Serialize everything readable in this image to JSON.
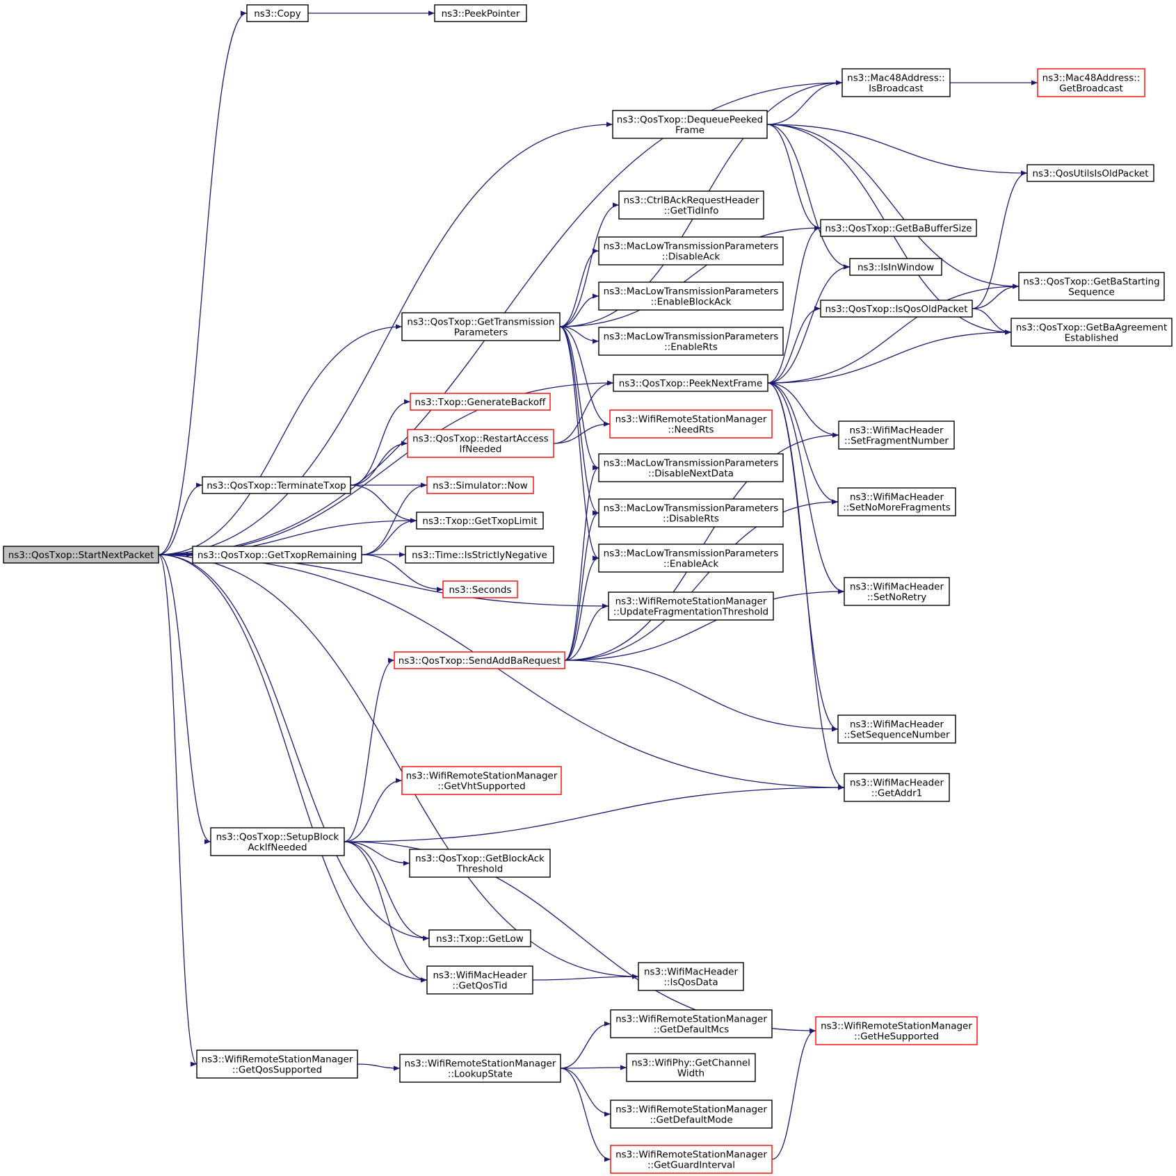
{
  "graph": {
    "colors": {
      "edge": "#191970",
      "node_border": "#000000",
      "node_border_red": "#ff0000",
      "root_fill": "#bfbfbf",
      "background": "#ffffff"
    },
    "nodes": [
      {
        "id": "start",
        "lines": [
          "ns3::QosTxop::StartNextPacket"
        ],
        "style": "root"
      },
      {
        "id": "copy",
        "lines": [
          "ns3::Copy"
        ],
        "style": "black"
      },
      {
        "id": "peekptr",
        "lines": [
          "ns3::PeekPointer"
        ],
        "style": "black"
      },
      {
        "id": "isbcast",
        "lines": [
          "ns3::Mac48Address::",
          "IsBroadcast"
        ],
        "style": "black"
      },
      {
        "id": "getbcast",
        "lines": [
          "ns3::Mac48Address::",
          "GetBroadcast"
        ],
        "style": "red"
      },
      {
        "id": "dequeue",
        "lines": [
          "ns3::QosTxop::DequeuePeeked",
          "Frame"
        ],
        "style": "black"
      },
      {
        "id": "qosold",
        "lines": [
          "ns3::QosUtilsIsOldPacket"
        ],
        "style": "black"
      },
      {
        "id": "ctrlba",
        "lines": [
          "ns3::CtrlBAckRequestHeader",
          "::GetTidInfo"
        ],
        "style": "black"
      },
      {
        "id": "babuf",
        "lines": [
          "ns3::QosTxop::GetBaBufferSize"
        ],
        "style": "black"
      },
      {
        "id": "disack",
        "lines": [
          "ns3::MacLowTransmissionParameters",
          "::DisableAck"
        ],
        "style": "black"
      },
      {
        "id": "inwin",
        "lines": [
          "ns3::IsInWindow"
        ],
        "style": "black"
      },
      {
        "id": "enba",
        "lines": [
          "ns3::MacLowTransmissionParameters",
          "::EnableBlockAck"
        ],
        "style": "black"
      },
      {
        "id": "bastart",
        "lines": [
          "ns3::QosTxop::GetBaStarting",
          "Sequence"
        ],
        "style": "black"
      },
      {
        "id": "isqosold",
        "lines": [
          "ns3::QosTxop::IsQosOldPacket"
        ],
        "style": "black"
      },
      {
        "id": "gettxparams",
        "lines": [
          "ns3::QosTxop::GetTransmission",
          "Parameters"
        ],
        "style": "black"
      },
      {
        "id": "baagree",
        "lines": [
          "ns3::QosTxop::GetBaAgreement",
          "Established"
        ],
        "style": "black"
      },
      {
        "id": "enrts",
        "lines": [
          "ns3::MacLowTransmissionParameters",
          "::EnableRts"
        ],
        "style": "black"
      },
      {
        "id": "peeknext",
        "lines": [
          "ns3::QosTxop::PeekNextFrame"
        ],
        "style": "black"
      },
      {
        "id": "genback",
        "lines": [
          "ns3::Txop::GenerateBackoff"
        ],
        "style": "red"
      },
      {
        "id": "needrts",
        "lines": [
          "ns3::WifiRemoteStationManager",
          "::NeedRts"
        ],
        "style": "red"
      },
      {
        "id": "restart",
        "lines": [
          "ns3::QosTxop::RestartAccess",
          "IfNeeded"
        ],
        "style": "red"
      },
      {
        "id": "setfrag",
        "lines": [
          "ns3::WifiMacHeader",
          "::SetFragmentNumber"
        ],
        "style": "black"
      },
      {
        "id": "disnext",
        "lines": [
          "ns3::MacLowTransmissionParameters",
          "::DisableNextData"
        ],
        "style": "black"
      },
      {
        "id": "terminate",
        "lines": [
          "ns3::QosTxop::TerminateTxop"
        ],
        "style": "black"
      },
      {
        "id": "simnow",
        "lines": [
          "ns3::Simulator::Now"
        ],
        "style": "red"
      },
      {
        "id": "setnomore",
        "lines": [
          "ns3::WifiMacHeader",
          "::SetNoMoreFragments"
        ],
        "style": "black"
      },
      {
        "id": "txoplimit",
        "lines": [
          "ns3::Txop::GetTxopLimit"
        ],
        "style": "black"
      },
      {
        "id": "disrts",
        "lines": [
          "ns3::MacLowTransmissionParameters",
          "::DisableRts"
        ],
        "style": "black"
      },
      {
        "id": "gettxoprem",
        "lines": [
          "ns3::QosTxop::GetTxopRemaining"
        ],
        "style": "black"
      },
      {
        "id": "strictneg",
        "lines": [
          "ns3::Time::IsStrictlyNegative"
        ],
        "style": "black"
      },
      {
        "id": "enack",
        "lines": [
          "ns3::MacLowTransmissionParameters",
          "::EnableAck"
        ],
        "style": "black"
      },
      {
        "id": "seconds",
        "lines": [
          "ns3::Seconds"
        ],
        "style": "red"
      },
      {
        "id": "setnoretry",
        "lines": [
          "ns3::WifiMacHeader",
          "::SetNoRetry"
        ],
        "style": "black"
      },
      {
        "id": "updfrag",
        "lines": [
          "ns3::WifiRemoteStationManager",
          "::UpdateFragmentationThreshold"
        ],
        "style": "black"
      },
      {
        "id": "sendaddba",
        "lines": [
          "ns3::QosTxop::SendAddBaRequest"
        ],
        "style": "red"
      },
      {
        "id": "setseq",
        "lines": [
          "ns3::WifiMacHeader",
          "::SetSequenceNumber"
        ],
        "style": "black"
      },
      {
        "id": "getvht",
        "lines": [
          "ns3::WifiRemoteStationManager",
          "::GetVhtSupported"
        ],
        "style": "red"
      },
      {
        "id": "getaddr1",
        "lines": [
          "ns3::WifiMacHeader",
          "::GetAddr1"
        ],
        "style": "black"
      },
      {
        "id": "setupblock",
        "lines": [
          "ns3::QosTxop::SetupBlock",
          "AckIfNeeded"
        ],
        "style": "black"
      },
      {
        "id": "getbathresh",
        "lines": [
          "ns3::QosTxop::GetBlockAck",
          "Threshold"
        ],
        "style": "black"
      },
      {
        "id": "getlow",
        "lines": [
          "ns3::Txop::GetLow"
        ],
        "style": "black"
      },
      {
        "id": "getqostid",
        "lines": [
          "ns3::WifiMacHeader",
          "::GetQosTid"
        ],
        "style": "black"
      },
      {
        "id": "isqosdata",
        "lines": [
          "ns3::WifiMacHeader",
          "::IsQosData"
        ],
        "style": "black"
      },
      {
        "id": "getdefmcs",
        "lines": [
          "ns3::WifiRemoteStationManager",
          "::GetDefaultMcs"
        ],
        "style": "black"
      },
      {
        "id": "gethe",
        "lines": [
          "ns3::WifiRemoteStationManager",
          "::GetHeSupported"
        ],
        "style": "red"
      },
      {
        "id": "getqossup",
        "lines": [
          "ns3::WifiRemoteStationManager",
          "::GetQosSupported"
        ],
        "style": "black"
      },
      {
        "id": "lookup",
        "lines": [
          "ns3::WifiRemoteStationManager",
          "::LookupState"
        ],
        "style": "black"
      },
      {
        "id": "chanwidth",
        "lines": [
          "ns3::WifiPhy::GetChannel",
          "Width"
        ],
        "style": "black"
      },
      {
        "id": "defmode",
        "lines": [
          "ns3::WifiRemoteStationManager",
          "::GetDefaultMode"
        ],
        "style": "black"
      },
      {
        "id": "guard",
        "lines": [
          "ns3::WifiRemoteStationManager",
          "::GetGuardInterval"
        ],
        "style": "red"
      }
    ],
    "edges": [
      [
        "start",
        "copy"
      ],
      [
        "copy",
        "peekptr"
      ],
      [
        "start",
        "isbcast"
      ],
      [
        "start",
        "dequeue"
      ],
      [
        "start",
        "gettxparams"
      ],
      [
        "start",
        "peeknext"
      ],
      [
        "start",
        "terminate"
      ],
      [
        "start",
        "txoplimit"
      ],
      [
        "start",
        "gettxoprem"
      ],
      [
        "start",
        "updfrag"
      ],
      [
        "start",
        "getaddr1"
      ],
      [
        "start",
        "setupblock"
      ],
      [
        "start",
        "getlow"
      ],
      [
        "start",
        "getqostid"
      ],
      [
        "start",
        "isqosdata"
      ],
      [
        "start",
        "getqossup"
      ],
      [
        "isbcast",
        "getbcast"
      ],
      [
        "dequeue",
        "isbcast"
      ],
      [
        "dequeue",
        "qosold"
      ],
      [
        "dequeue",
        "babuf"
      ],
      [
        "dequeue",
        "inwin"
      ],
      [
        "dequeue",
        "bastart"
      ],
      [
        "dequeue",
        "baagree"
      ],
      [
        "gettxparams",
        "isbcast"
      ],
      [
        "gettxparams",
        "ctrlba"
      ],
      [
        "gettxparams",
        "babuf"
      ],
      [
        "gettxparams",
        "disack"
      ],
      [
        "gettxparams",
        "enba"
      ],
      [
        "gettxparams",
        "enrts"
      ],
      [
        "gettxparams",
        "needrts"
      ],
      [
        "gettxparams",
        "disnext"
      ],
      [
        "gettxparams",
        "disrts"
      ],
      [
        "gettxparams",
        "enack"
      ],
      [
        "isqosold",
        "qosold"
      ],
      [
        "isqosold",
        "bastart"
      ],
      [
        "isqosold",
        "baagree"
      ],
      [
        "peeknext",
        "babuf"
      ],
      [
        "peeknext",
        "inwin"
      ],
      [
        "peeknext",
        "isqosold"
      ],
      [
        "peeknext",
        "bastart"
      ],
      [
        "peeknext",
        "baagree"
      ],
      [
        "peeknext",
        "setfrag"
      ],
      [
        "peeknext",
        "setnomore"
      ],
      [
        "peeknext",
        "setnoretry"
      ],
      [
        "peeknext",
        "setseq"
      ],
      [
        "peeknext",
        "getaddr1"
      ],
      [
        "restart",
        "peeknext"
      ],
      [
        "restart",
        "needrts"
      ],
      [
        "terminate",
        "genback"
      ],
      [
        "terminate",
        "restart"
      ],
      [
        "terminate",
        "simnow"
      ],
      [
        "terminate",
        "txoplimit"
      ],
      [
        "gettxoprem",
        "simnow"
      ],
      [
        "gettxoprem",
        "txoplimit"
      ],
      [
        "gettxoprem",
        "strictneg"
      ],
      [
        "gettxoprem",
        "seconds"
      ],
      [
        "sendaddba",
        "disnext"
      ],
      [
        "sendaddba",
        "disrts"
      ],
      [
        "sendaddba",
        "enack"
      ],
      [
        "sendaddba",
        "updfrag"
      ],
      [
        "sendaddba",
        "setfrag"
      ],
      [
        "sendaddba",
        "setnomore"
      ],
      [
        "sendaddba",
        "setnoretry"
      ],
      [
        "sendaddba",
        "setseq"
      ],
      [
        "setupblock",
        "sendaddba"
      ],
      [
        "setupblock",
        "getvht"
      ],
      [
        "setupblock",
        "getaddr1"
      ],
      [
        "setupblock",
        "getbathresh"
      ],
      [
        "setupblock",
        "getlow"
      ],
      [
        "setupblock",
        "getqostid"
      ],
      [
        "setupblock",
        "gethe"
      ],
      [
        "getqostid",
        "isqosdata"
      ],
      [
        "getqossup",
        "lookup"
      ],
      [
        "lookup",
        "getdefmcs"
      ],
      [
        "lookup",
        "chanwidth"
      ],
      [
        "lookup",
        "defmode"
      ],
      [
        "lookup",
        "guard"
      ],
      [
        "guard",
        "gethe"
      ]
    ]
  }
}
